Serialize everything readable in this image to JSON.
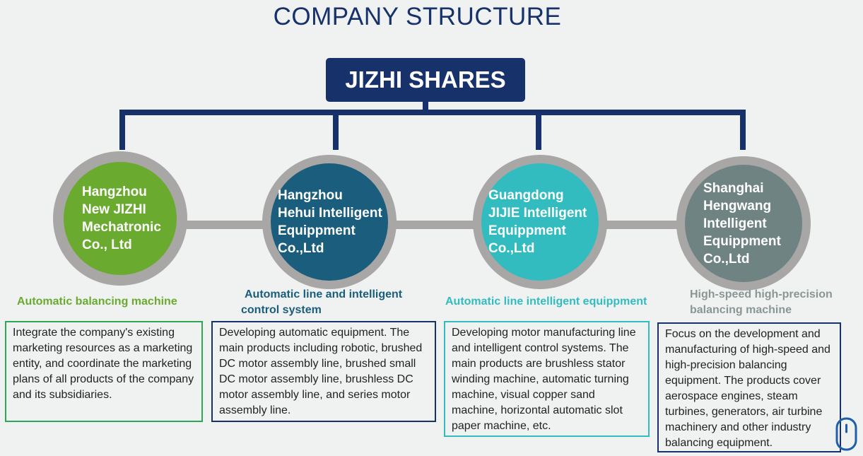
{
  "title": "COMPANY STRUCTURE",
  "root": {
    "label": "JIZHI SHARES"
  },
  "companies": [
    {
      "name": "Hangzhou\nNew JIZHI\nMechatronic\nCo., Ltd",
      "caption": "Automatic balancing machine",
      "description": "Integrate the company's existing marketing resources as a marketing entity, and coordinate the marketing plans of all products of the company and its subsidiaries.",
      "fill_color": "#6aaa2e",
      "caption_color": "#6aaa2e",
      "border_color": "#2fa655"
    },
    {
      "name": "Hangzhou\nHehui Intelligent\nEquippment\nCo.,Ltd",
      "caption": "Automatic line and intelligent\ncontrol system",
      "description": "Developing automatic equipment. The main products including robotic, brushed DC motor assembly line, brushed small DC motor assembly line, brushless DC motor assembly line, and series motor assembly line.",
      "fill_color": "#1a5d7c",
      "caption_color": "#1a5d7c",
      "border_color": "#17326b"
    },
    {
      "name": "Guangdong\nJIJIE Intelligent\nEquippment\nCo.,Ltd",
      "caption": "Automatic line intelligent equippment",
      "description": "Developing motor manufacturing line and intelligent control systems. The main products are brushless stator winding machine, automatic turning machine, visual copper sand machine, horizontal automatic slot paper machine, etc.",
      "fill_color": "#32bcc0",
      "caption_color": "#32bcc0",
      "border_color": "#32bcc0"
    },
    {
      "name": "Shanghai\nHengwang\nIntelligent\nEquippment\nCo.,Ltd",
      "caption": "High-speed high-precision\nbalancing machine",
      "description": "Focus on the development and manufacturing of high-speed and high-precision balancing equipment. The products cover aerospace engines, steam turbines, generators, air turbine machinery and other industry balancing equipment.",
      "fill_color": "#6f8383",
      "caption_color": "#8a9696",
      "border_color": "#17326b"
    }
  ],
  "colors": {
    "navy": "#17326b",
    "connector_gray": "#a9a6a6",
    "background": "#f0f2f2"
  },
  "icons": {
    "scroll_indicator": "mouse-icon"
  }
}
